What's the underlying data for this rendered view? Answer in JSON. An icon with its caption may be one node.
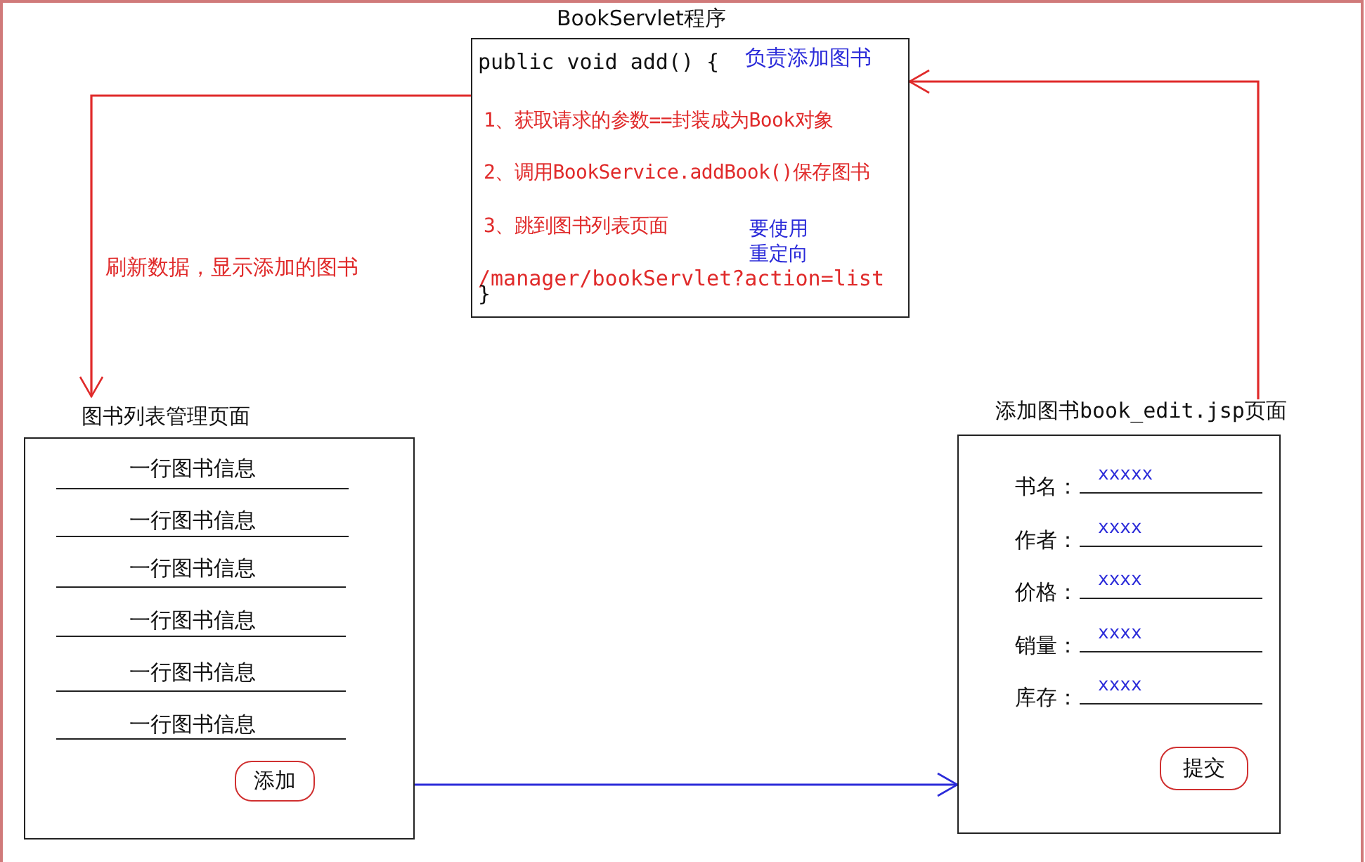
{
  "diagram": {
    "nodes": [
      {
        "text": [
          "BookServlet程序",
          "public void add() {",
          "负责添加图书",
          "1、获取请求的参数==封装成为Book对象",
          "2、调用BookService.addBook()保存图书",
          "3、跳到图书列表页面",
          "要使用重定向",
          "/manager/bookServlet?action=list",
          "}"
        ]
      },
      {
        "text": [
          "图书列表管理页面",
          "一行图书信息",
          "一行图书信息",
          "一行图书信息",
          "一行图书信息",
          "一行图书信息",
          "一行图书信息"
        ]
      },
      {
        "text": [
          "添加"
        ],
        "in": 1
      },
      {
        "text": [
          "添加图书book_edit.jsp页面",
          "书名：",
          "xxxxx",
          "作者：",
          "xxxx",
          "价格：",
          "xxxx",
          "销量：",
          "xxxx",
          "库存：",
          "xxxx"
        ]
      },
      {
        "text": [
          "提交"
        ],
        "in": 3
      }
    ],
    "edges": [
      {
        "from": 0,
        "to": 1,
        "arrow": "to",
        "label": "刷新数据，显示添加的图书"
      },
      {
        "from": 1,
        "to": 3,
        "arrow": "to",
        "color": "#2b2bd9"
      },
      {
        "from": 3,
        "to": 0,
        "arrow": "to"
      }
    ]
  }
}
